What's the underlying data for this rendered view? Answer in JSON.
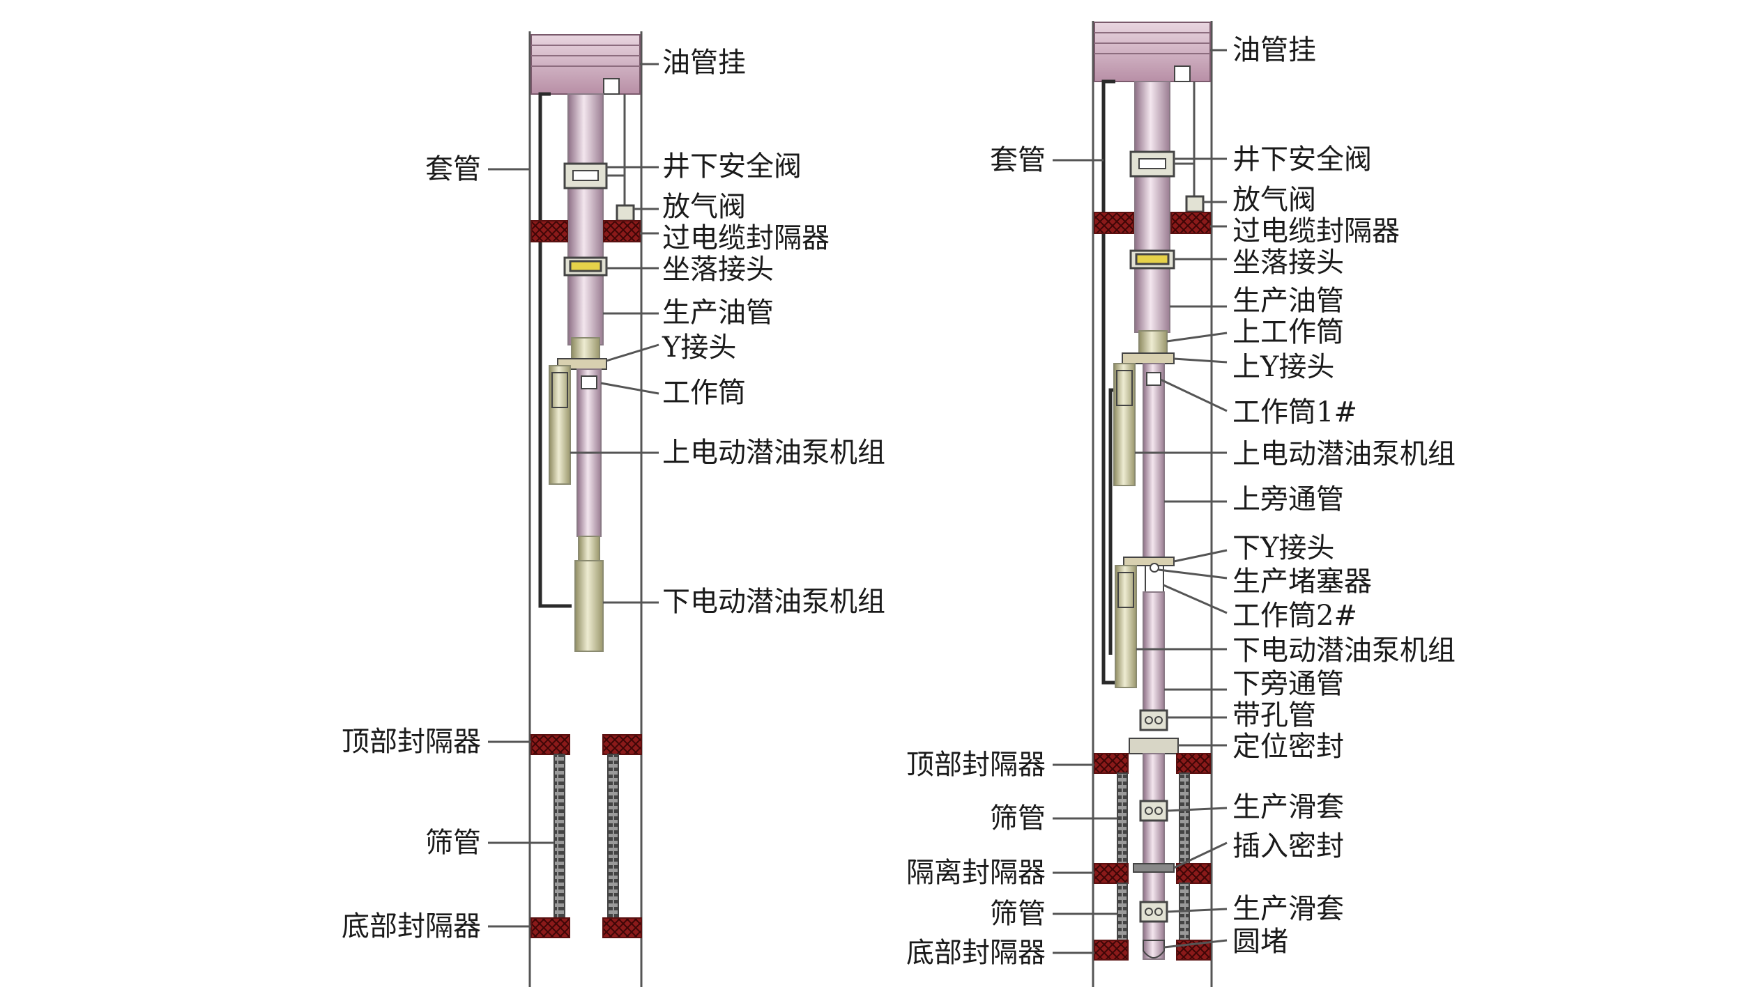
{
  "left_diagram": {
    "labels_right": [
      "油管挂",
      "井下安全阀",
      "放气阀",
      "过电缆封隔器",
      "坐落接头",
      "生产油管",
      "Y接头",
      "工作筒",
      "上电动潜油泵机组",
      "下电动潜油泵机组"
    ],
    "labels_left": [
      "套管",
      "顶部封隔器",
      "筛管",
      "底部封隔器"
    ]
  },
  "right_diagram": {
    "labels_right": [
      "油管挂",
      "井下安全阀",
      "放气阀",
      "过电缆封隔器",
      "坐落接头",
      "生产油管",
      "上工作筒",
      "上Y接头",
      "工作筒1#",
      "上电动潜油泵机组",
      "上旁通管",
      "下Y接头",
      "生产堵塞器",
      "工作筒2#",
      "下电动潜油泵机组",
      "下旁通管",
      "带孔管",
      "定位密封",
      "生产滑套",
      "插入密封",
      "生产滑套",
      "圆堵"
    ],
    "labels_left": [
      "套管",
      "顶部封隔器",
      "筛管",
      "隔离封隔器",
      "筛管",
      "底部封隔器"
    ]
  },
  "colors": {
    "packer": "#8b1a1a",
    "hanger": "#c9a6b8",
    "tubing": "#c9b4c4",
    "pump": "#c9c6a0",
    "accent": "#e6d24a"
  }
}
